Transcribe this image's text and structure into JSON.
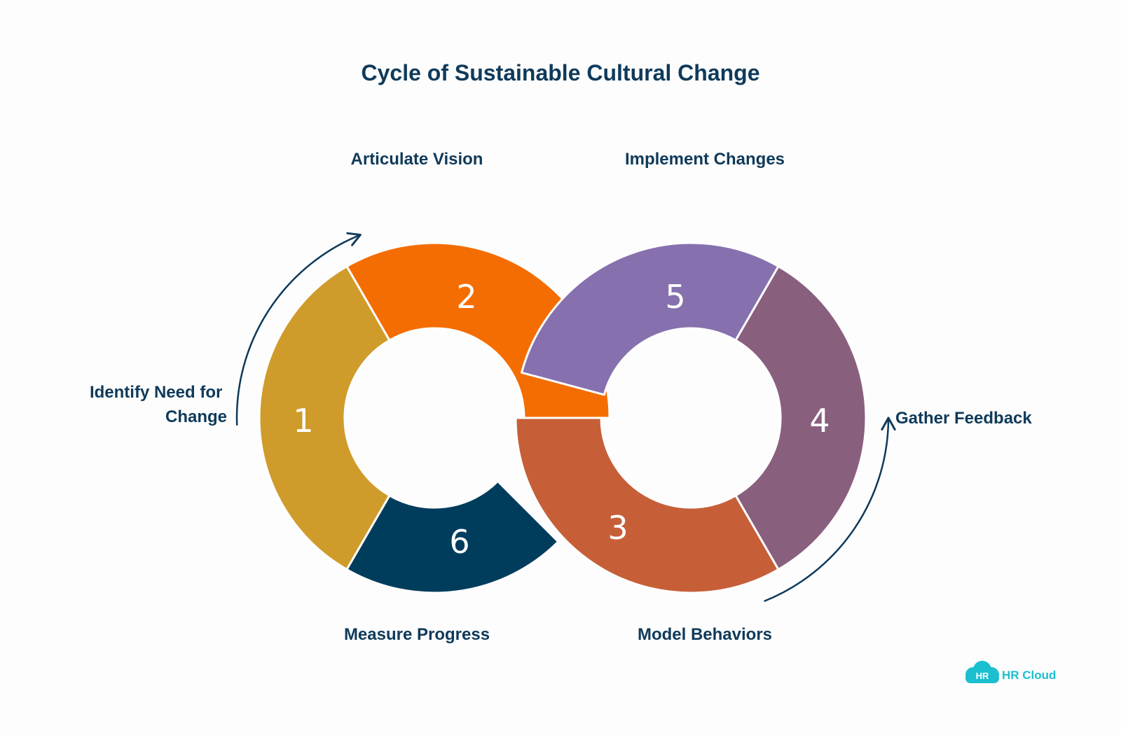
{
  "title": "Cycle of Sustainable Cultural Change",
  "colors": {
    "text": "#0f3a5a",
    "arrow": "#0f3a5a",
    "brand": "#1bbfcf"
  },
  "stages": [
    {
      "number": "1",
      "label_lines": [
        "Identify Need for",
        "Change"
      ],
      "color": "#cf9b2a"
    },
    {
      "number": "2",
      "label_lines": [
        "Articulate Vision"
      ],
      "color": "#f46d02"
    },
    {
      "number": "3",
      "label_lines": [
        "Model Behaviors"
      ],
      "color": "#c65f38"
    },
    {
      "number": "4",
      "label_lines": [
        "Gather Feedback"
      ],
      "color": "#895f7e"
    },
    {
      "number": "5",
      "label_lines": [
        "Implement Changes"
      ],
      "color": "#8671ae"
    },
    {
      "number": "6",
      "label_lines": [
        "Measure Progress"
      ],
      "color": "#003d5d"
    }
  ],
  "brand": {
    "badge": "HR",
    "name": "HR Cloud",
    "icon": "cloud-logo-icon"
  }
}
